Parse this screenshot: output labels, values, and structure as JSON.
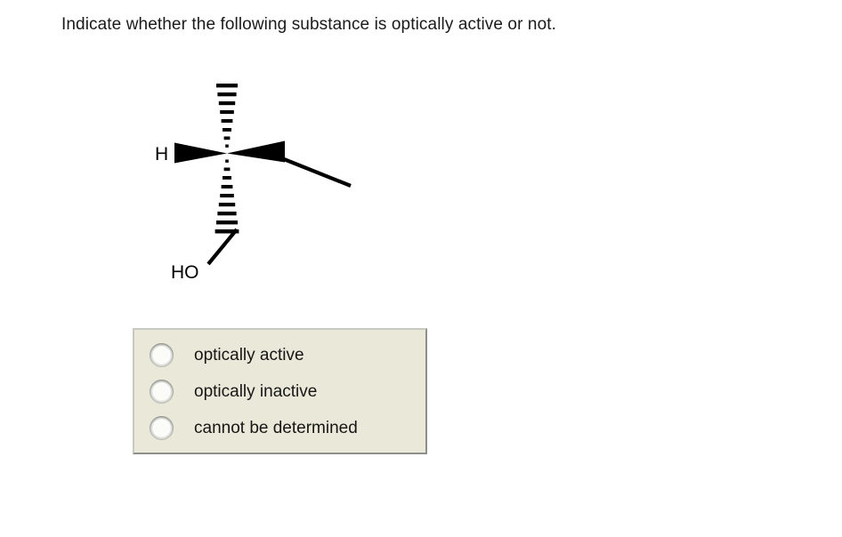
{
  "question": {
    "text": "Indicate whether the following substance is optically active or not."
  },
  "molecule": {
    "name": "stereocenter-wedge-dash-structure",
    "labels": {
      "hydrogen": "H",
      "hydroxyl": "HO"
    },
    "bonds": [
      {
        "name": "hashed-wedge-up",
        "type": "hashed-wedge",
        "direction": "up"
      },
      {
        "name": "hashed-wedge-down",
        "type": "hashed-wedge",
        "direction": "down"
      },
      {
        "name": "solid-wedge-left",
        "type": "solid-wedge",
        "direction": "left"
      },
      {
        "name": "solid-wedge-right",
        "type": "solid-wedge",
        "direction": "right"
      },
      {
        "name": "plain-bond-right",
        "type": "plain",
        "direction": "down-right"
      },
      {
        "name": "plain-bond-hydroxyl",
        "type": "plain",
        "direction": "down-left"
      }
    ]
  },
  "answer_panel": {
    "background_color": "#eae8d9",
    "border_light_color": "#c9c9c2",
    "border_dark_color": "#8d8f8a",
    "options": [
      {
        "id": "optically-active",
        "label": "optically active",
        "selected": false
      },
      {
        "id": "optically-inactive",
        "label": "optically inactive",
        "selected": false
      },
      {
        "id": "cannot-be-determined",
        "label": "cannot be determined",
        "selected": false
      }
    ]
  }
}
